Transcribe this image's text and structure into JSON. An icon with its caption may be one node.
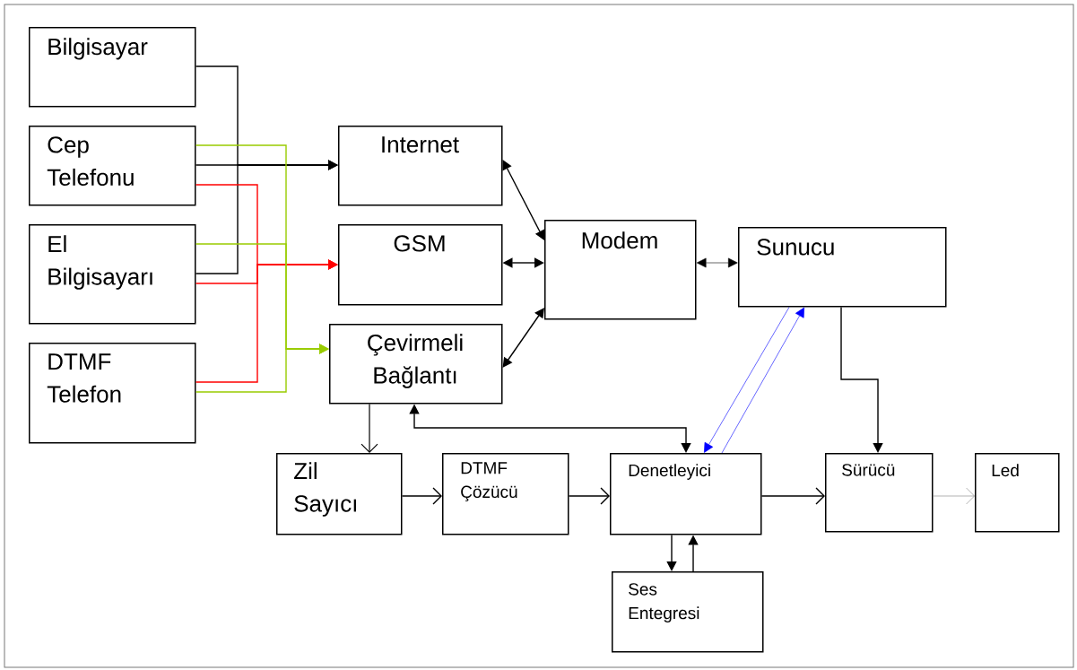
{
  "diagram": {
    "nodes": [
      {
        "text": [
          "Bilgisayar"
        ]
      },
      {
        "text": [
          "Cep Telefonu"
        ]
      },
      {
        "text": [
          "El Bilgisayarı"
        ]
      },
      {
        "text": [
          "DTMF Telefon"
        ]
      },
      {
        "text": [
          "Internet"
        ]
      },
      {
        "text": [
          "GSM"
        ]
      },
      {
        "text": [
          "Çevirmeli Bağlantı"
        ]
      },
      {
        "text": [
          "Modem"
        ]
      },
      {
        "text": [
          "Sunucu"
        ]
      },
      {
        "text": [
          "Zil Sayıcı"
        ]
      },
      {
        "text": [
          "DTMF Çözücü"
        ]
      },
      {
        "text": [
          "Denetleyici"
        ]
      },
      {
        "text": [
          "Sürücü"
        ]
      },
      {
        "text": [
          "Led"
        ]
      },
      {
        "text": [
          "Ses Entegresi"
        ]
      }
    ],
    "edges": [
      {
        "from": 0,
        "to": 4,
        "arrow": "to"
      },
      {
        "from": 1,
        "to": 4,
        "arrow": "to"
      },
      {
        "from": 2,
        "to": 4,
        "arrow": "to"
      },
      {
        "from": 1,
        "to": 5,
        "arrow": "to",
        "color": "#ff0000"
      },
      {
        "from": 2,
        "to": 5,
        "arrow": "to",
        "color": "#ff0000"
      },
      {
        "from": 3,
        "to": 5,
        "arrow": "to",
        "color": "#ff0000"
      },
      {
        "from": 1,
        "to": 6,
        "arrow": "to",
        "color": "#99cc00"
      },
      {
        "from": 2,
        "to": 6,
        "arrow": "to",
        "color": "#99cc00"
      },
      {
        "from": 3,
        "to": 6,
        "arrow": "to",
        "color": "#99cc00"
      },
      {
        "from": 4,
        "to": 7,
        "arrow": "both"
      },
      {
        "from": 5,
        "to": 7,
        "arrow": "both"
      },
      {
        "from": 6,
        "to": 7,
        "arrow": "both"
      },
      {
        "from": 7,
        "to": 8,
        "arrow": "both"
      },
      {
        "from": 6,
        "to": 9,
        "arrow": "to"
      },
      {
        "from": 6,
        "to": 11,
        "arrow": "both"
      },
      {
        "from": 8,
        "to": 11,
        "arrow": "to",
        "color": "#0000ff"
      },
      {
        "from": 11,
        "to": 8,
        "arrow": "to",
        "color": "#0000ff"
      },
      {
        "from": 8,
        "to": 12,
        "arrow": "to"
      },
      {
        "from": 9,
        "to": 10,
        "arrow": "to"
      },
      {
        "from": 10,
        "to": 11,
        "arrow": "to"
      },
      {
        "from": 11,
        "to": 12,
        "arrow": "to"
      },
      {
        "from": 12,
        "to": 13,
        "arrow": "to",
        "color": "#808080"
      },
      {
        "from": 11,
        "to": 14,
        "arrow": "to"
      },
      {
        "from": 14,
        "to": 11,
        "arrow": "to"
      }
    ]
  }
}
